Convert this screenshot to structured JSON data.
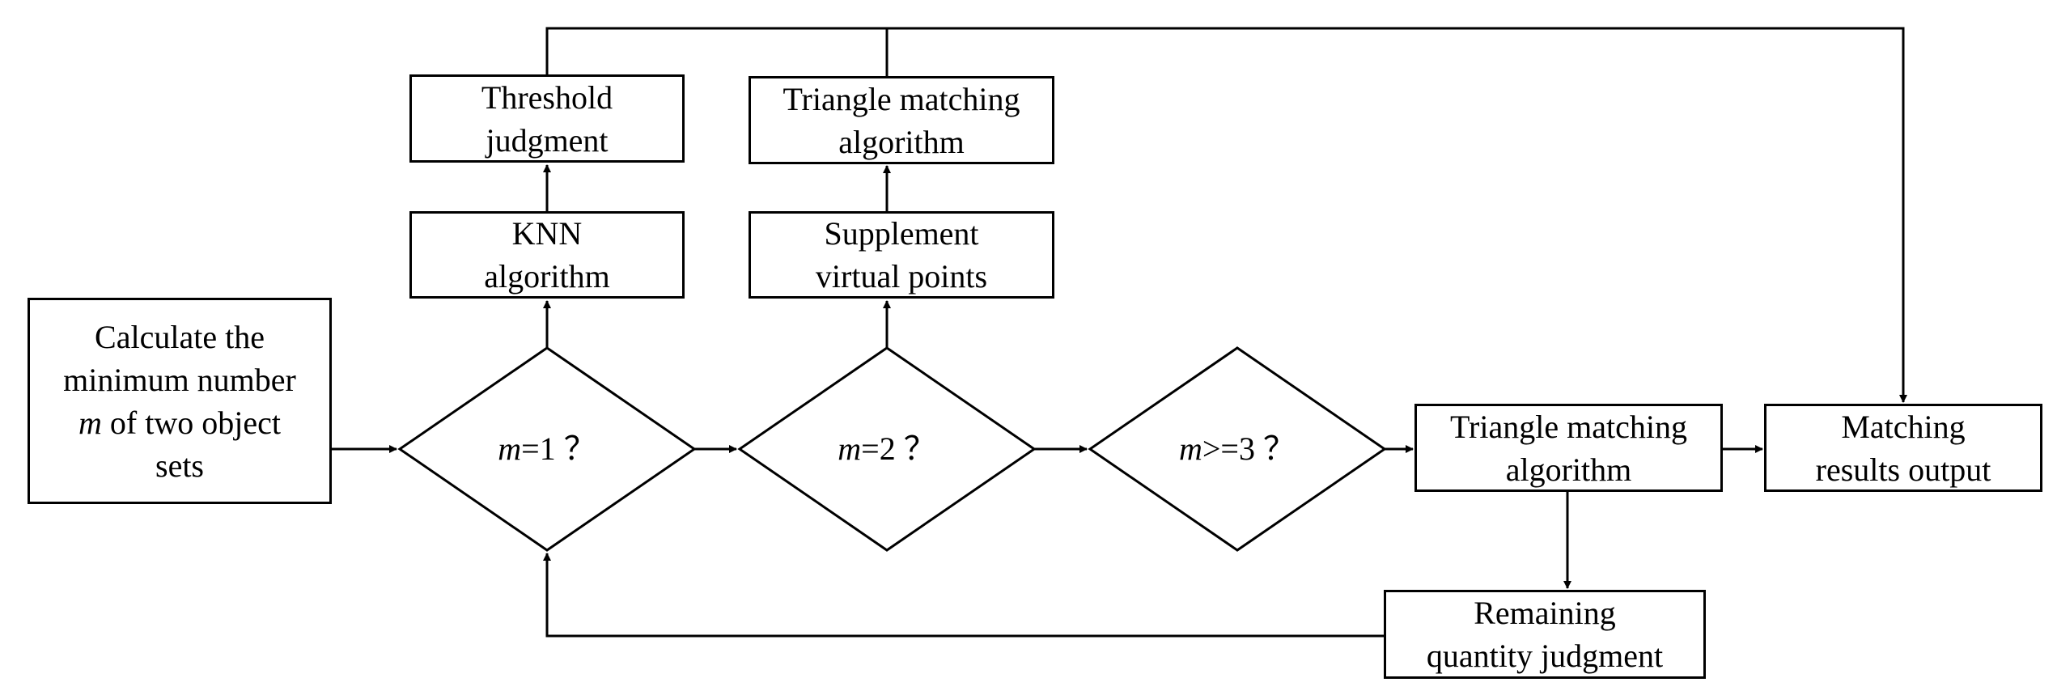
{
  "nodes": {
    "start": {
      "lines": [
        "Calculate the",
        "minimum number",
        "of two object",
        "sets"
      ],
      "italic_prefix": "m"
    },
    "decision_m1": {
      "var": "m",
      "text": "=1 ？"
    },
    "decision_m2": {
      "var": "m",
      "text": "=2 ？"
    },
    "decision_m3": {
      "var": "m",
      "text": ">=3 ？"
    },
    "knn": {
      "lines": [
        "KNN",
        "algorithm"
      ]
    },
    "threshold": {
      "lines": [
        "Threshold",
        "judgment"
      ]
    },
    "supplement": {
      "lines": [
        "Supplement",
        "virtual points"
      ]
    },
    "triangle_top": {
      "lines": [
        "Triangle matching",
        "algorithm"
      ]
    },
    "triangle_main": {
      "lines": [
        "Triangle matching",
        "algorithm"
      ]
    },
    "remaining": {
      "lines": [
        "Remaining",
        "quantity judgment"
      ]
    },
    "output": {
      "lines": [
        "Matching",
        "results output"
      ]
    }
  },
  "colors": {
    "stroke": "#000000",
    "background": "#ffffff"
  }
}
